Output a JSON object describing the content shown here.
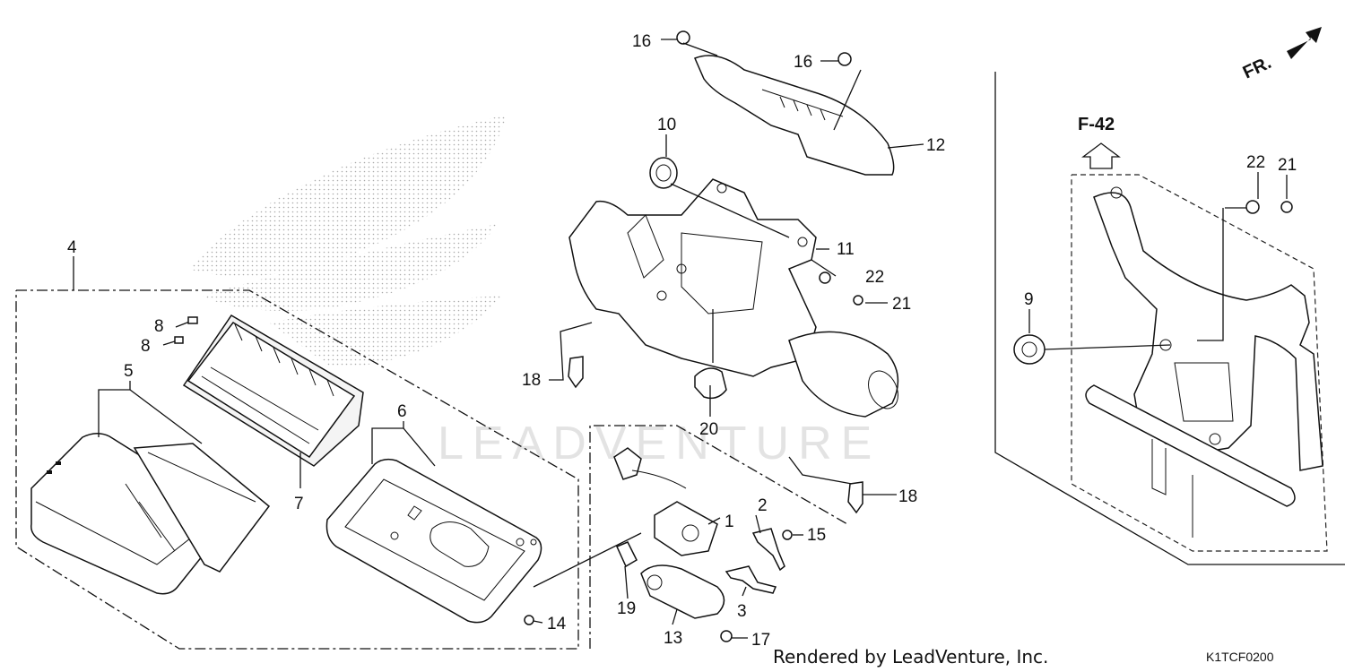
{
  "diagram": {
    "part_callouts": [
      "1",
      "2",
      "3",
      "4",
      "5",
      "6",
      "7",
      "8",
      "8",
      "9",
      "10",
      "11",
      "12",
      "13",
      "14",
      "15",
      "16",
      "16",
      "17",
      "18",
      "18",
      "19",
      "20",
      "21",
      "21",
      "22",
      "22"
    ],
    "reference": "F-42",
    "direction": "FR.",
    "watermark": "LEADVENTURE",
    "credit": "Rendered by LeadVenture, Inc.",
    "figure_code": "K1TCF0200"
  }
}
